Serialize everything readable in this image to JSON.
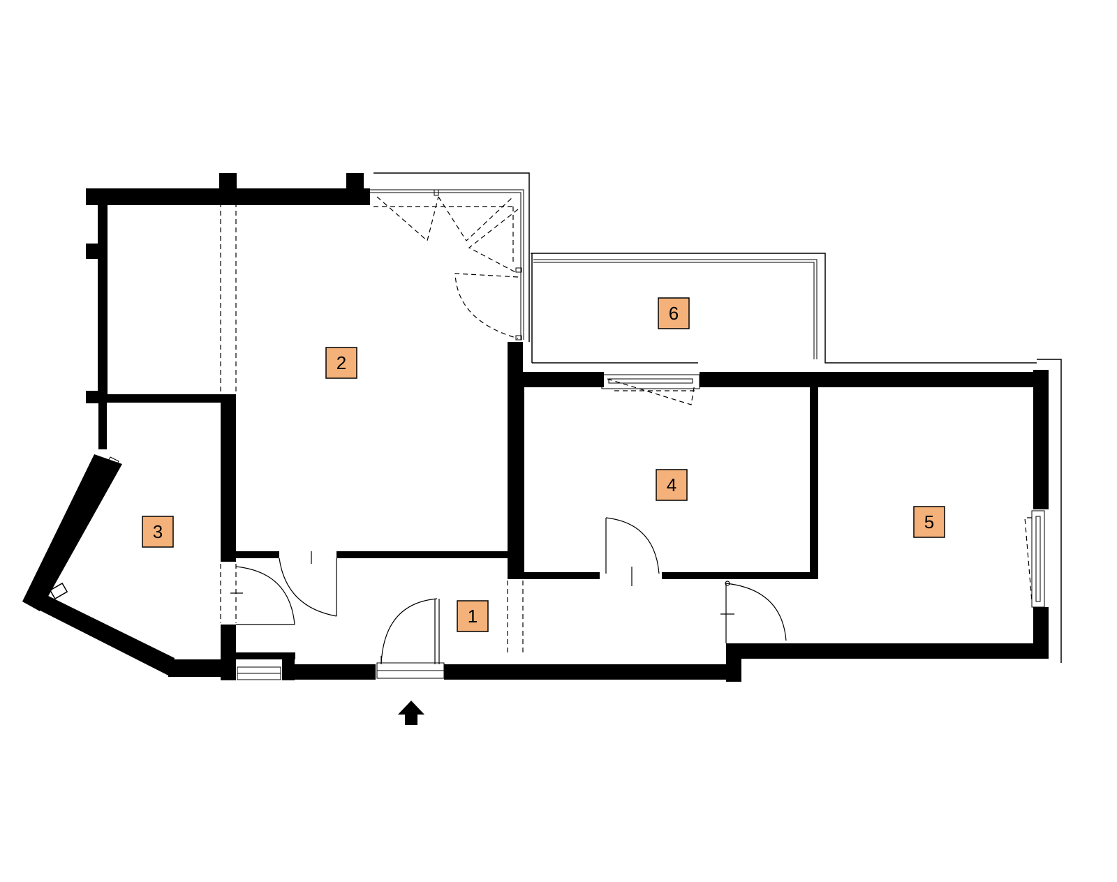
{
  "rooms": [
    {
      "id": "room-1",
      "label": "1"
    },
    {
      "id": "room-2",
      "label": "2"
    },
    {
      "id": "room-3",
      "label": "3"
    },
    {
      "id": "room-4",
      "label": "4"
    },
    {
      "id": "room-5",
      "label": "5"
    },
    {
      "id": "room-6",
      "label": "6"
    }
  ],
  "colors": {
    "wall": "#000000",
    "label_fill": "#f4b27a",
    "background": "#ffffff"
  },
  "icons": {
    "entrance": "entrance-arrow-icon"
  }
}
